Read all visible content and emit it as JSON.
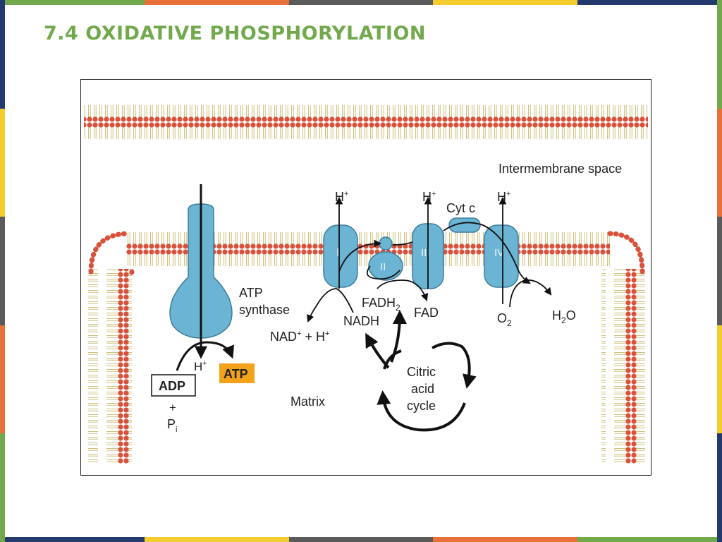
{
  "slide": {
    "title": "7.4 OXIDATIVE PHOSPHORYLATION"
  },
  "colors": {
    "title": "#71a94c",
    "protein_fill": "#6cb4d4",
    "protein_stroke": "#3d7d9a",
    "lipid_head": "#d9513a",
    "lipid_tail": "#c7b86a",
    "atp_box": "#f5a21b",
    "stripes": [
      "#71a94c",
      "#e8703a",
      "#5b5b5b",
      "#f4cc2e",
      "#243a6e"
    ]
  },
  "diagram": {
    "regions": {
      "intermembrane": "Intermembrane space",
      "matrix": "Matrix"
    },
    "atp_synthase": {
      "label_line1": "ATP",
      "label_line2": "synthase"
    },
    "adp": "ADP",
    "plus": "+",
    "pi": {
      "main": "P",
      "sub": "i"
    },
    "atp": "ATP",
    "h_plus": {
      "main": "H",
      "sup": "+"
    },
    "nad_plus": {
      "a": "NAD",
      "a_sup": "+",
      "b": " + H",
      "b_sup": "+"
    },
    "nadh": "NADH",
    "fadh2": {
      "main": "FADH",
      "sub": "2"
    },
    "fad": "FAD",
    "o2": {
      "main": "O",
      "sub": "2"
    },
    "h2o": {
      "a": "H",
      "sub": "2",
      "b": "O"
    },
    "cyt_c": "Cyt c",
    "complexes": {
      "c1": "I",
      "c2": "II",
      "c3": "III",
      "c4": "IV"
    },
    "citric_cycle": {
      "line1": "Citric",
      "line2": "acid",
      "line3": "cycle"
    }
  }
}
